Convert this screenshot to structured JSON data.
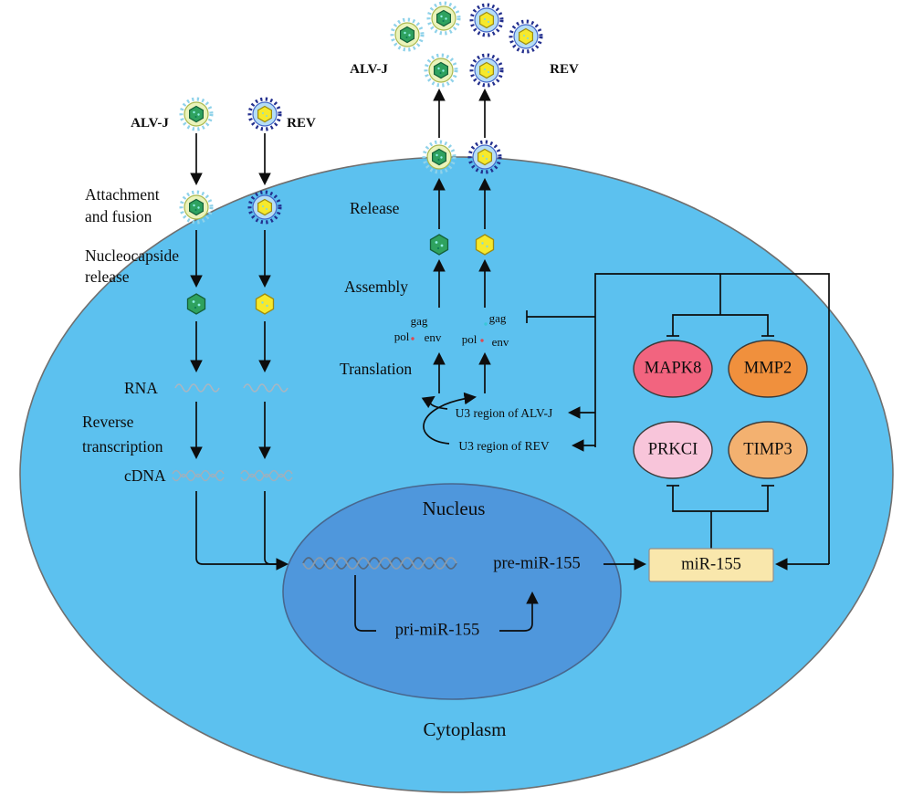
{
  "labels": {
    "alvj": "ALV-J",
    "rev": "REV",
    "attachment_1": "Attachment",
    "attachment_2": "and fusion",
    "nucleocapside_1": "Nucleocapside",
    "nucleocapside_2": "release",
    "rna": "RNA",
    "reverse_1": "Reverse",
    "reverse_2": "transcription",
    "cdna": "cDNA",
    "release": "Release",
    "assembly": "Assembly",
    "translation": "Translation",
    "gag": "gag",
    "pol": "pol",
    "env": "env",
    "u3_alvj": "U3 region of ALV-J",
    "u3_rev": "U3 region of REV",
    "nucleus": "Nucleus",
    "cytoplasm": "Cytoplasm",
    "pre_mir155": "pre-miR-155",
    "pri_mir155": "pri-miR-155",
    "mir155": "miR-155"
  },
  "genes": [
    {
      "name": "MAPK8",
      "color": "#f2647f"
    },
    {
      "name": "MMP2",
      "color": "#f0903d"
    },
    {
      "name": "PRKCI",
      "color": "#f8c5da"
    },
    {
      "name": "TIMP3",
      "color": "#f3b170"
    }
  ],
  "viruses": {
    "alvj": {
      "name": "ALV-J",
      "capsid_color": "#2fa25f",
      "envelope_color": "#eaf3bb",
      "spike_color": "#8fd2ea"
    },
    "rev": {
      "name": "REV",
      "capsid_color": "#f6e92c",
      "envelope_color": "#b5ddf5",
      "spike_color": "#232f8e"
    }
  },
  "colors": {
    "cell_fill": "#5cc1ef",
    "cell_stroke": "#6f6f6f",
    "nucleus_fill": "#4f97dc",
    "nucleus_stroke": "#48678e",
    "mir_box_fill": "#f9e7ac",
    "mir_box_stroke": "#8f8f8f",
    "arrow_color": "#0d0d0d",
    "rna_color": "#a9b6c2",
    "dna_strand_a": "#55697f",
    "dna_strand_b": "#8a9cae"
  }
}
